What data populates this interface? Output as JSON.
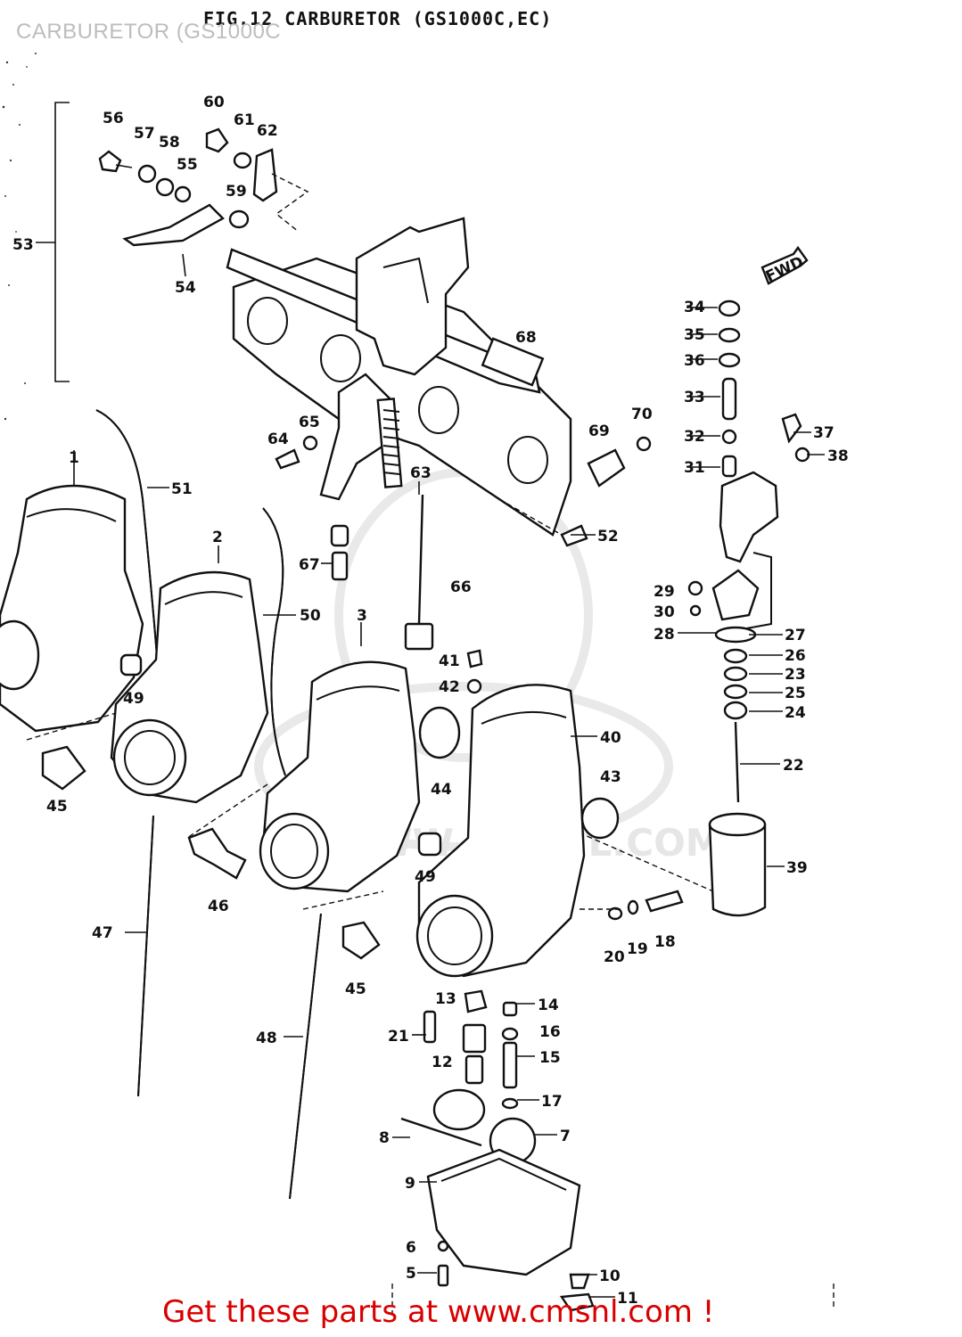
{
  "overlay_title": "CARBURETOR (GS1000C",
  "figure_title": "FIG.12  CARBURETOR  (GS1000C,EC)",
  "watermark_text": "WWW.CMSNL.COM",
  "footer_text": "Get these parts at www.cmsnl.com !",
  "colors": {
    "footer": "#d90000",
    "overlay": "#bdbdbd",
    "ink": "#111111"
  },
  "labels": [
    {
      "id": "56",
      "text": "56"
    },
    {
      "id": "57",
      "text": "57"
    },
    {
      "id": "58",
      "text": "58"
    },
    {
      "id": "55",
      "text": "55"
    },
    {
      "id": "60",
      "text": "60"
    },
    {
      "id": "61",
      "text": "61"
    },
    {
      "id": "62",
      "text": "62"
    },
    {
      "id": "59",
      "text": "59"
    },
    {
      "id": "53",
      "text": "53"
    },
    {
      "id": "54",
      "text": "54"
    },
    {
      "id": "68",
      "text": "68"
    },
    {
      "id": "34",
      "text": "34"
    },
    {
      "id": "35",
      "text": "35"
    },
    {
      "id": "36",
      "text": "36"
    },
    {
      "id": "33",
      "text": "33"
    },
    {
      "id": "32",
      "text": "32"
    },
    {
      "id": "31",
      "text": "31"
    },
    {
      "id": "37",
      "text": "37"
    },
    {
      "id": "38",
      "text": "38"
    },
    {
      "id": "70",
      "text": "70"
    },
    {
      "id": "69",
      "text": "69"
    },
    {
      "id": "65",
      "text": "65"
    },
    {
      "id": "64",
      "text": "64"
    },
    {
      "id": "63",
      "text": "63"
    },
    {
      "id": "1",
      "text": "1"
    },
    {
      "id": "51",
      "text": "51"
    },
    {
      "id": "2",
      "text": "2"
    },
    {
      "id": "52",
      "text": "52"
    },
    {
      "id": "67",
      "text": "67"
    },
    {
      "id": "66",
      "text": "66"
    },
    {
      "id": "29",
      "text": "29"
    },
    {
      "id": "30",
      "text": "30"
    },
    {
      "id": "28",
      "text": "28"
    },
    {
      "id": "27",
      "text": "27"
    },
    {
      "id": "26",
      "text": "26"
    },
    {
      "id": "23",
      "text": "23"
    },
    {
      "id": "25",
      "text": "25"
    },
    {
      "id": "24",
      "text": "24"
    },
    {
      "id": "50",
      "text": "50"
    },
    {
      "id": "3",
      "text": "3"
    },
    {
      "id": "41",
      "text": "41"
    },
    {
      "id": "42",
      "text": "42"
    },
    {
      "id": "49a",
      "text": "49"
    },
    {
      "id": "40",
      "text": "40"
    },
    {
      "id": "22",
      "text": "22"
    },
    {
      "id": "45a",
      "text": "45"
    },
    {
      "id": "44",
      "text": "44"
    },
    {
      "id": "43",
      "text": "43"
    },
    {
      "id": "39",
      "text": "39"
    },
    {
      "id": "49b",
      "text": "49"
    },
    {
      "id": "46",
      "text": "46"
    },
    {
      "id": "47",
      "text": "47"
    },
    {
      "id": "20",
      "text": "20"
    },
    {
      "id": "19",
      "text": "19"
    },
    {
      "id": "18",
      "text": "18"
    },
    {
      "id": "45b",
      "text": "45"
    },
    {
      "id": "13",
      "text": "13"
    },
    {
      "id": "14",
      "text": "14"
    },
    {
      "id": "21",
      "text": "21"
    },
    {
      "id": "16",
      "text": "16"
    },
    {
      "id": "48",
      "text": "48"
    },
    {
      "id": "12",
      "text": "12"
    },
    {
      "id": "15",
      "text": "15"
    },
    {
      "id": "17",
      "text": "17"
    },
    {
      "id": "8",
      "text": "8"
    },
    {
      "id": "7",
      "text": "7"
    },
    {
      "id": "9",
      "text": "9"
    },
    {
      "id": "6",
      "text": "6"
    },
    {
      "id": "5",
      "text": "5"
    },
    {
      "id": "10",
      "text": "10"
    },
    {
      "id": "11",
      "text": "11"
    },
    {
      "id": "fwd",
      "text": "FWD"
    }
  ]
}
